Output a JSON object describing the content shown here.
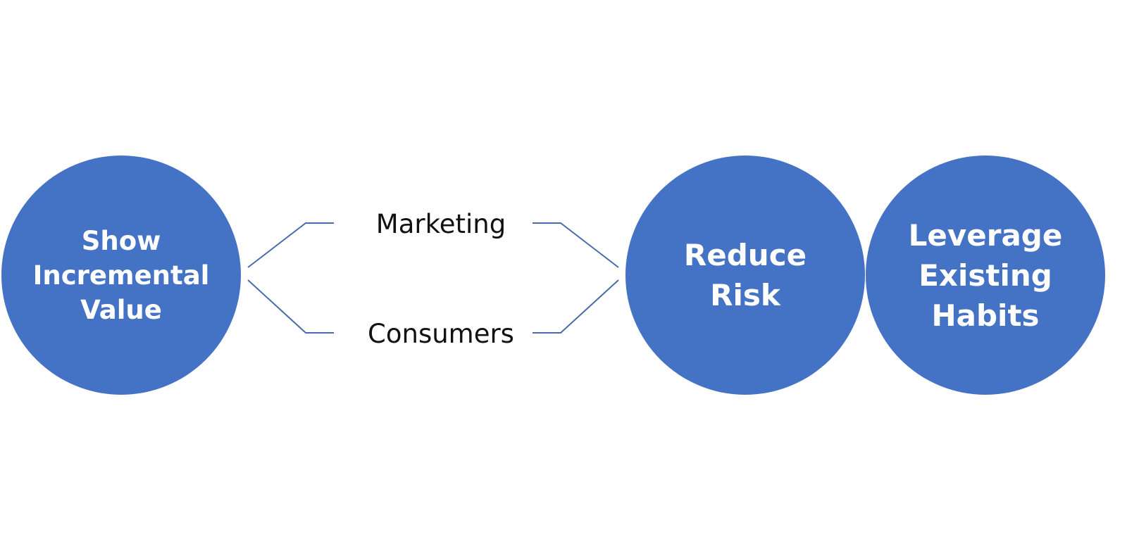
{
  "diagram": {
    "accent_color": "#4472C4",
    "line_color": "#4A6BAA",
    "circles": [
      {
        "label": "Show\nIncremental\nValue"
      },
      {
        "label": "Reduce\nRisk"
      },
      {
        "label": "Leverage\nExisting\nHabits"
      }
    ],
    "branches": [
      {
        "label": "Marketing"
      },
      {
        "label": "Consumers"
      }
    ]
  }
}
